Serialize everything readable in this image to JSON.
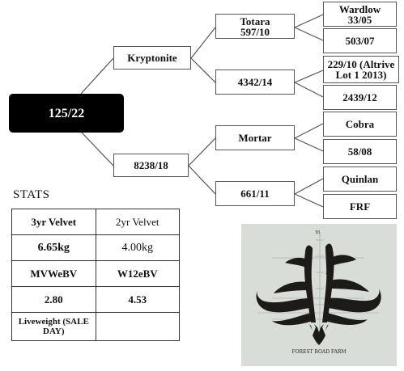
{
  "pedigree": {
    "root": "125/22",
    "sire": "Kryptonite",
    "dam": "8238/18",
    "sire_sire": "Totara 597/10",
    "sire_dam": "4342/14",
    "dam_sire": "Mortar",
    "dam_dam": "661/11",
    "gg1": "Wardlow 33/05",
    "gg2": "503/07",
    "gg3": "229/10 (Altrive Lot 1 2013)",
    "gg4": "2439/12",
    "gg5": "Cobra",
    "gg6": "58/08",
    "gg7": "Quinlan",
    "gg8": "FRF"
  },
  "stats": {
    "heading": "STATS",
    "rows": [
      [
        "3yr Velvet",
        "2yr Velvet"
      ],
      [
        "6.65kg",
        "4.00kg"
      ],
      [
        "MVWeBV",
        "W12eBV"
      ],
      [
        "2.80",
        "4.53"
      ],
      [
        "Liveweight (SALE DAY)",
        ""
      ]
    ]
  },
  "photo": {
    "brand": "FOREST ROAD FARM",
    "scale_top": "30",
    "scale_marks": [
      "20",
      "10"
    ],
    "colors": {
      "background": "#d9ddd8",
      "antler": "#1c1b19"
    }
  }
}
